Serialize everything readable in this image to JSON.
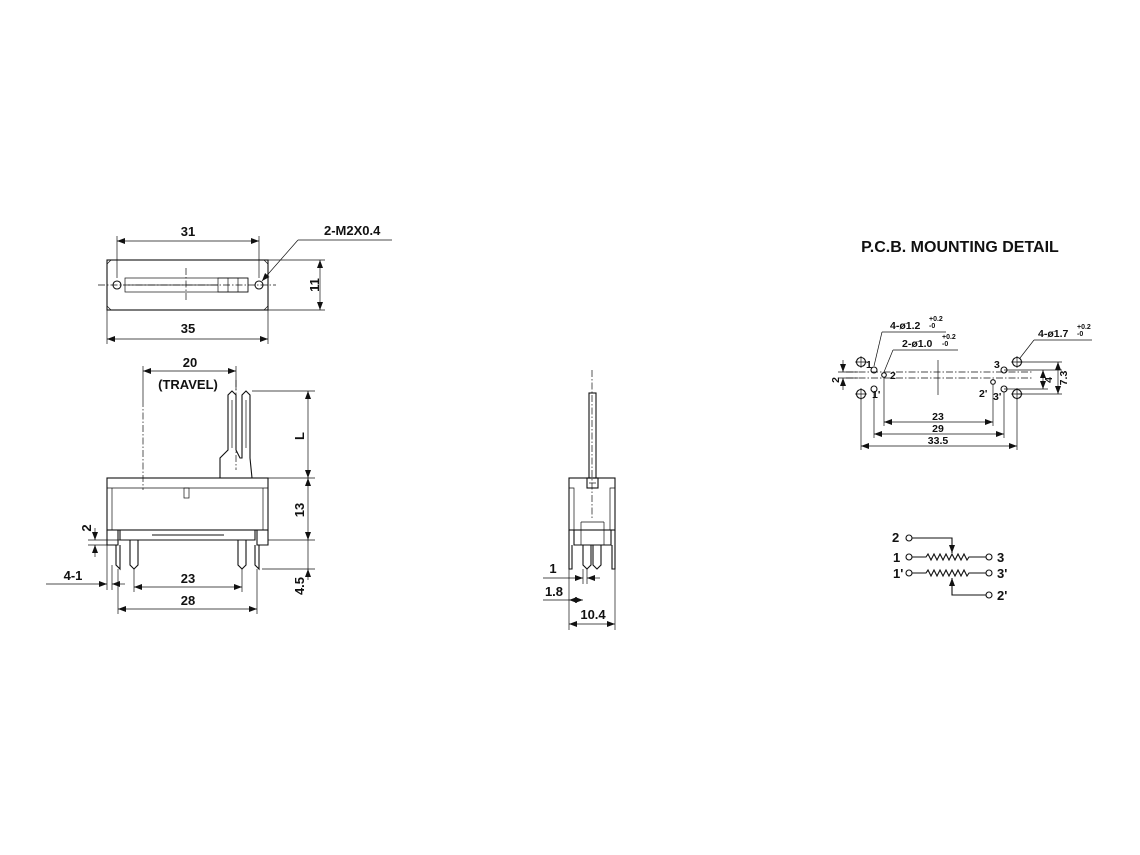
{
  "top_view": {
    "dim_top": "31",
    "dim_bottom": "35",
    "dim_height": "11",
    "hole_callout": "2-M2X0.4"
  },
  "front_view": {
    "dim_travel": "20",
    "travel_label": "(TRAVEL)",
    "dim_lever": "L",
    "dim_body": "13",
    "dim_pin_len": "4.5",
    "dim_pin_gap": "2",
    "dim_offset": "4-1",
    "dim_pitch_inner": "23",
    "dim_pitch_outer": "28"
  },
  "side_view": {
    "dim_pin": "1",
    "dim_pin_offset": "1.8",
    "dim_width": "10.4"
  },
  "pcb": {
    "title": "P.C.B. MOUNTING DETAIL",
    "hole_large": "4-ø1.2",
    "hole_large_tol": "+0.2",
    "hole_large_tol_lo": "-0",
    "hole_small": "2-ø1.0",
    "hole_small_tol": "+0.2",
    "hole_small_tol_lo": "-0",
    "hole_mount": "4-ø1.7",
    "hole_mount_tol": "+0.2",
    "hole_mount_tol_lo": "-0",
    "dim_left": "2",
    "dim_inner": "4",
    "dim_outer": "7.3",
    "dim_23": "23",
    "dim_29": "29",
    "dim_335": "33.5",
    "pins": [
      "1",
      "2",
      "3",
      "1'",
      "2'",
      "3'"
    ]
  },
  "schematic": {
    "pins": [
      "2",
      "1",
      "3",
      "1'",
      "3'",
      "2'"
    ]
  }
}
